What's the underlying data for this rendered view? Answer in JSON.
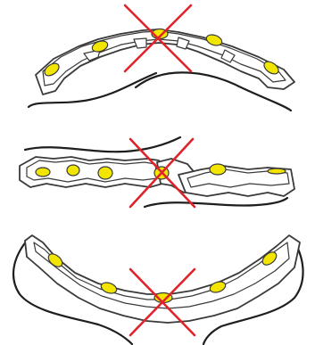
{
  "figure": {
    "panels": [
      {
        "id": "bend-up",
        "description_icon": "led-strip-bent-over-wire-crossed-out"
      },
      {
        "id": "twist",
        "description_icon": "led-strip-twisted-with-wire-crossed-out"
      },
      {
        "id": "bend-down",
        "description_icon": "led-strip-bent-into-wire-crossed-out"
      }
    ],
    "colors": {
      "led": "#f2e600",
      "cross": "#e0232b",
      "outline": "#3a3a3a",
      "wire": "#1e1e1e"
    }
  }
}
